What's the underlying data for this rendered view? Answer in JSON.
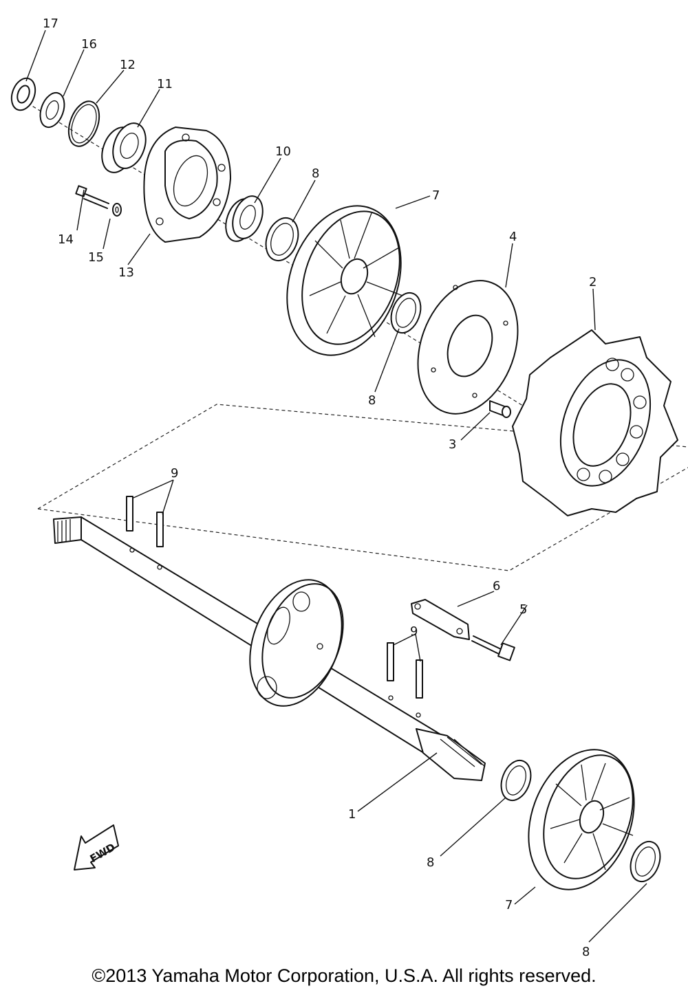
{
  "diagram": {
    "part_labels": [
      {
        "id": "p17",
        "text": "17"
      },
      {
        "id": "p16",
        "text": "16"
      },
      {
        "id": "p12",
        "text": "12"
      },
      {
        "id": "p11",
        "text": "11"
      },
      {
        "id": "p10",
        "text": "10"
      },
      {
        "id": "p8a",
        "text": "8"
      },
      {
        "id": "p7a",
        "text": "7"
      },
      {
        "id": "p4",
        "text": "4"
      },
      {
        "id": "p2",
        "text": "2"
      },
      {
        "id": "p14",
        "text": "14"
      },
      {
        "id": "p15",
        "text": "15"
      },
      {
        "id": "p13",
        "text": "13"
      },
      {
        "id": "p8b",
        "text": "8"
      },
      {
        "id": "p3",
        "text": "3"
      },
      {
        "id": "p9a",
        "text": "9"
      },
      {
        "id": "p6",
        "text": "6"
      },
      {
        "id": "p5",
        "text": "5"
      },
      {
        "id": "p9b",
        "text": "9"
      },
      {
        "id": "p1",
        "text": "1"
      },
      {
        "id": "p8c",
        "text": "8"
      },
      {
        "id": "p7b",
        "text": "7"
      },
      {
        "id": "p8d",
        "text": "8"
      }
    ],
    "fwd_arrow_text": "FWD"
  },
  "footer": {
    "copyright": "©2013 Yamaha Motor Corporation, U.S.A. All rights reserved."
  }
}
